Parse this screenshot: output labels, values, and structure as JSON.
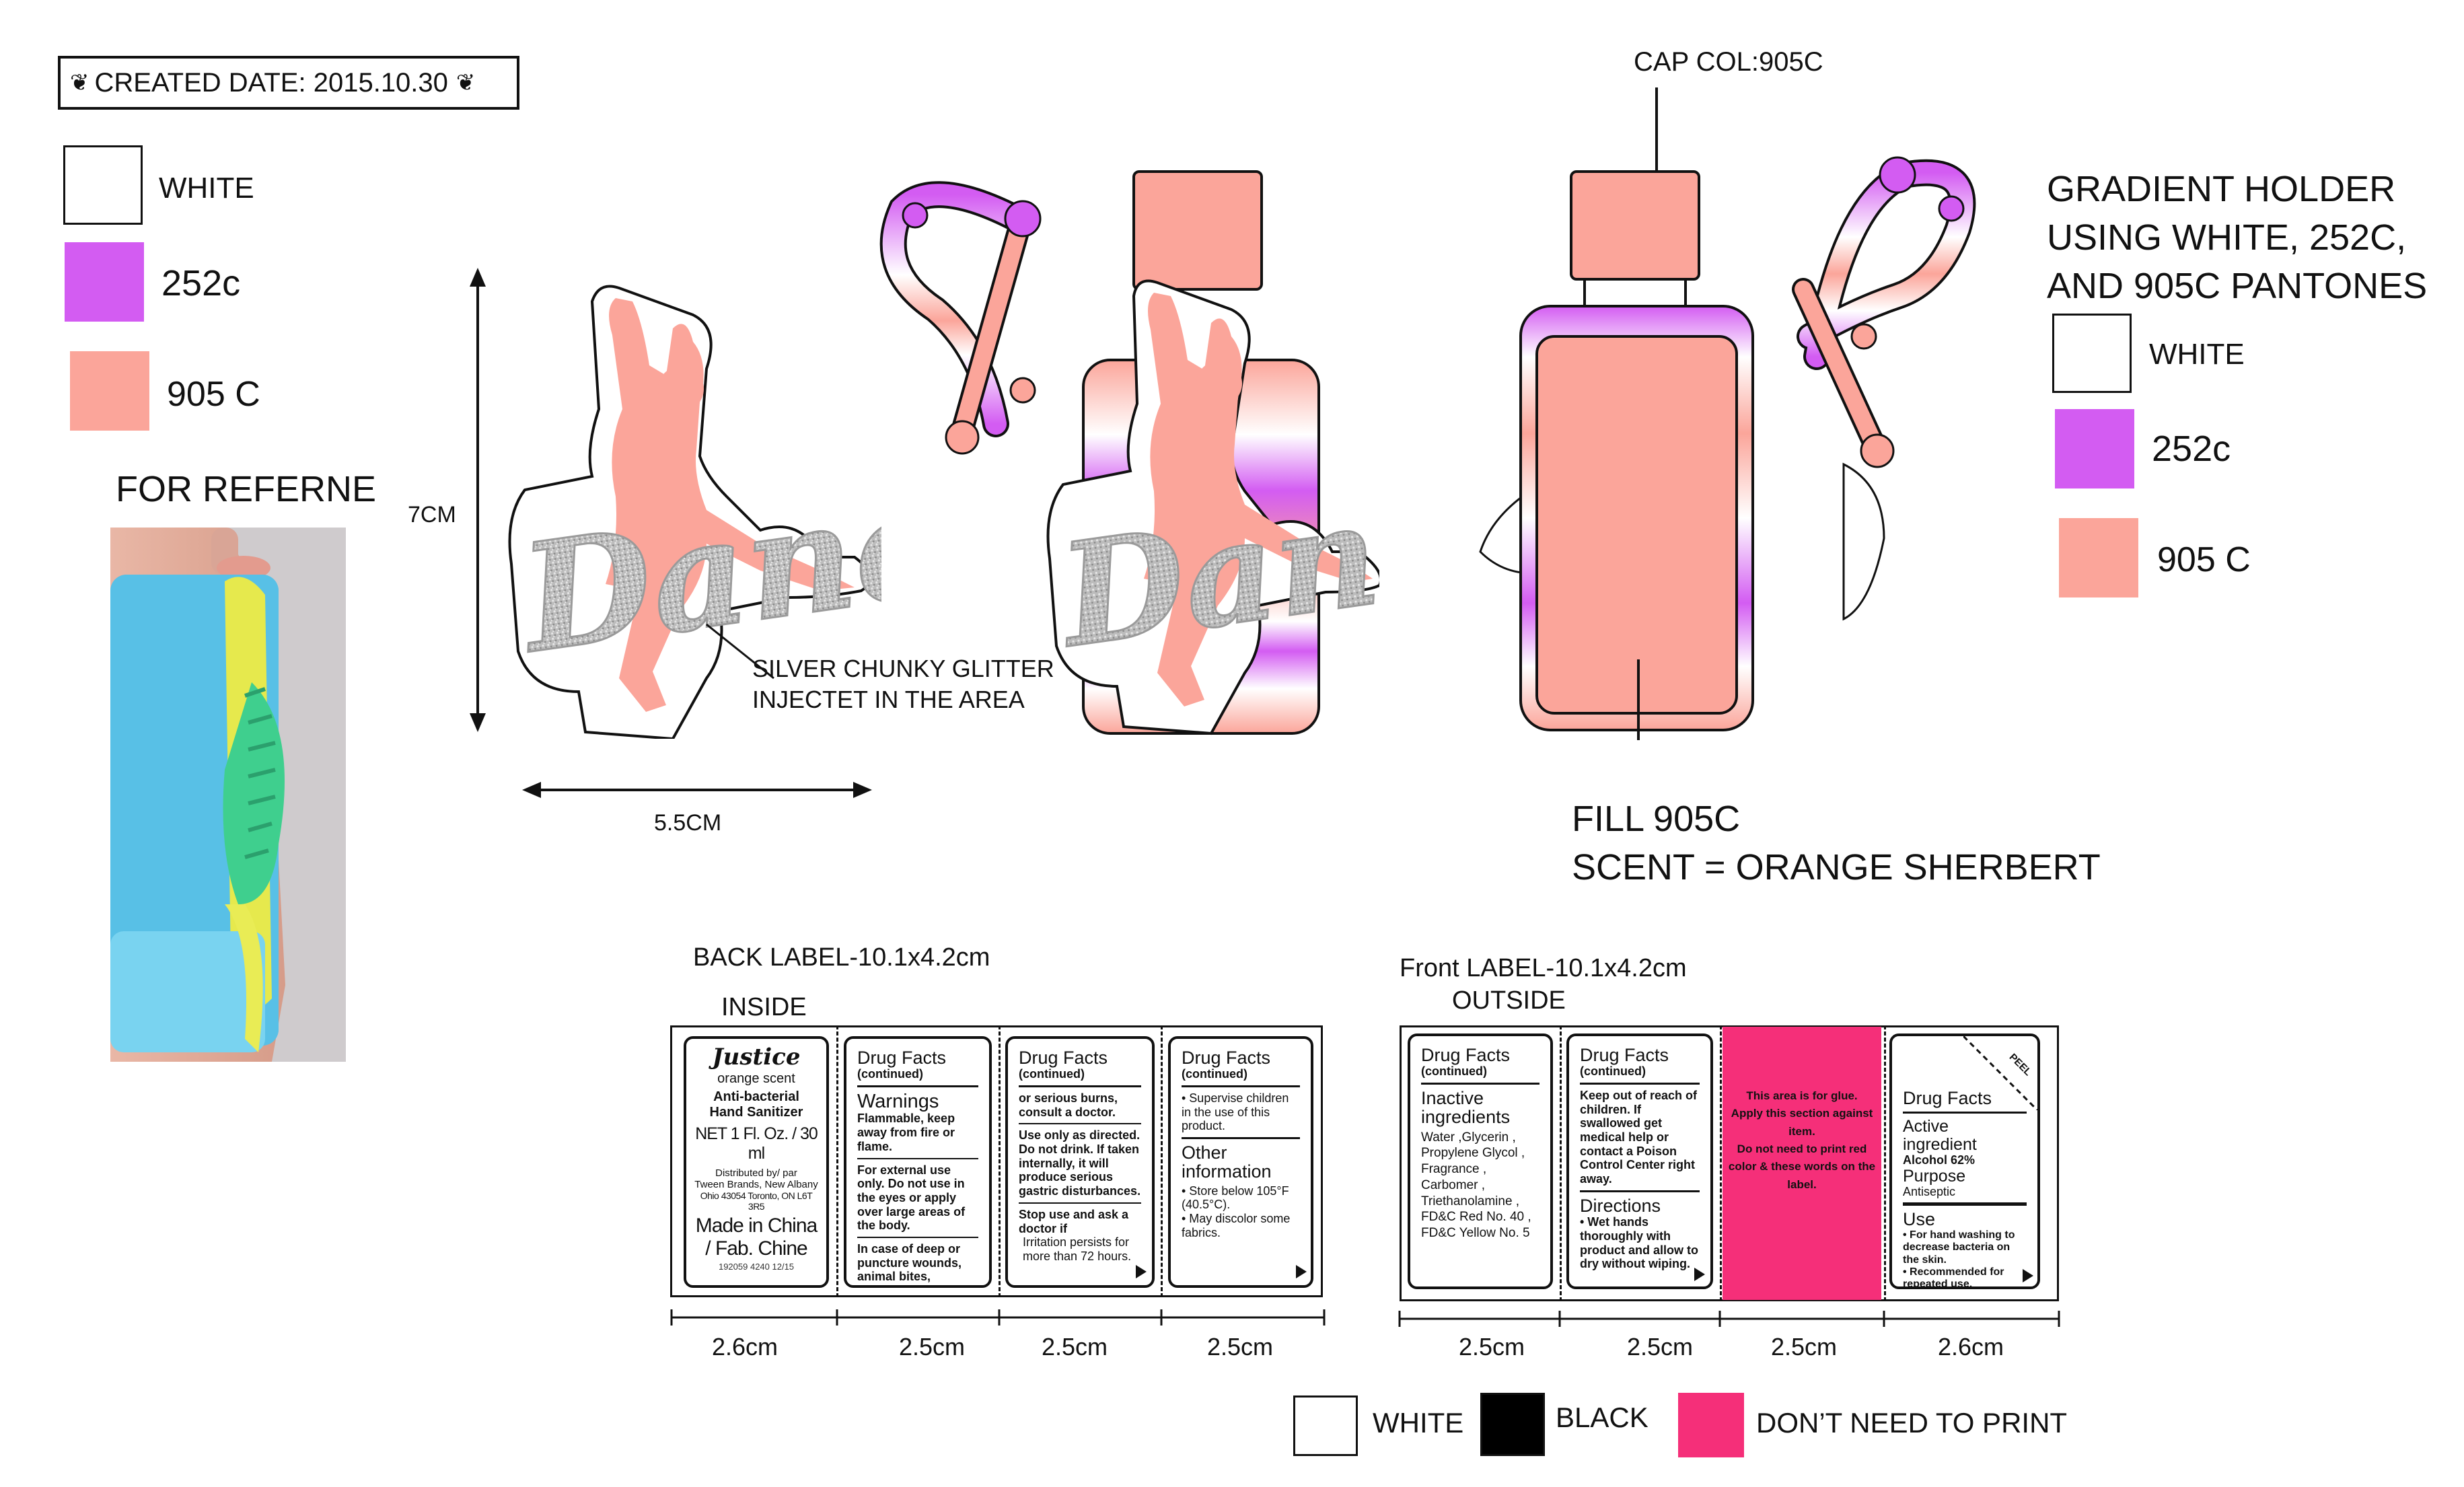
{
  "header": {
    "created_date": "CREATED DATE: 2015.10.30"
  },
  "colors": {
    "purple_252c": "#d35cf2",
    "peach_905c": "#fba59a",
    "pink_dont_print": "#f52f79",
    "black": "#000000",
    "white": "#ffffff",
    "glitter_silver": "#b8b8b8"
  },
  "left_legend": {
    "items": [
      {
        "label": "WHITE",
        "color": "#ffffff"
      },
      {
        "label": "252c",
        "color": "#d35cf2"
      },
      {
        "label": "905 C",
        "color": "#fba59a"
      }
    ]
  },
  "reference": {
    "title": "FOR REFERNE"
  },
  "charm": {
    "height_label": "7CM",
    "width_label": "5.5CM",
    "glitter_note_line1": "SILVER CHUNKY GLITTER",
    "glitter_note_line2": "INJECTET IN THE AREA",
    "word": "Dance"
  },
  "bottle": {
    "cap_label": "CAP COL:905C",
    "fill_label": "FILL 905C",
    "scent_label": "SCENT = ORANGE SHERBERT"
  },
  "right_legend": {
    "title_line1": "GRADIENT HOLDER",
    "title_line2": "USING WHITE, 252C,",
    "title_line3": "AND 905C PANTONES",
    "items": [
      {
        "label": "WHITE",
        "color": "#ffffff"
      },
      {
        "label": "252c",
        "color": "#d35cf2"
      },
      {
        "label": "905 C",
        "color": "#fba59a"
      }
    ]
  },
  "back_label": {
    "title": "BACK LABEL-10.1x4.2cm",
    "subtitle": "INSIDE",
    "panel1": {
      "brand": "Justice",
      "scent": "orange scent",
      "product_line1": "Anti-bacterial",
      "product_line2": "Hand Sanitizer",
      "net": "NET 1 Fl. Oz. / 30 ml",
      "dist1": "Distributed by/ par",
      "dist2": "Tween Brands, New Albany",
      "dist3": "Ohio 43054 Toronto, ON L6T 3R5",
      "made1": "Made in China",
      "made2": "/ Fab. Chine",
      "code": "192059 4240 12/15"
    },
    "panel2": {
      "title": "Drug Facts",
      "continued": "(continued)",
      "head": "Warnings",
      "text1": "Flammable, keep away from fire or flame.",
      "text2": "For external use only. Do not use in the eyes or apply over large areas of the body.",
      "text3": "In case of deep or puncture wounds, animal bites,"
    },
    "panel3": {
      "title": "Drug Facts",
      "continued": "(continued)",
      "text1": "or serious burns, consult a doctor.",
      "text2": "Use only as directed. Do not drink. If taken internally, it will produce serious gastric disturbances.",
      "text3": "Stop use and ask a doctor if",
      "text4": "Irritation persists for more than 72 hours."
    },
    "panel4": {
      "title": "Drug Facts",
      "continued": "(continued)",
      "text1": "• Supervise children in the use of this product.",
      "head": "Other information",
      "text2": "• Store below 105°F (40.5°C).",
      "text3": "• May discolor some fabrics."
    },
    "dims": [
      "2.6cm",
      "2.5cm",
      "2.5cm",
      "2.5cm"
    ]
  },
  "front_label": {
    "title": "Front LABEL-10.1x4.2cm",
    "subtitle": "OUTSIDE",
    "panel1": {
      "title": "Drug Facts",
      "continued": "(continued)",
      "head": "Inactive ingredients",
      "text": "Water ,Glycerin , Propylene Glycol , Fragrance , Carbomer , Triethanolamine , FD&C Red No. 40 , FD&C Yellow No. 5"
    },
    "panel2": {
      "title": "Drug Facts",
      "continued": "(continued)",
      "text1": "Keep out of reach of children. If swallowed get medical help or contact a Poison Control Center right away.",
      "head": "Directions",
      "text2": "• Wet hands thoroughly with product and allow to dry without wiping."
    },
    "panel3": {
      "text1": "This area is for glue.",
      "text2": "Apply this section against item.",
      "text3": "Do not need to print red color & these words on the label."
    },
    "panel4": {
      "peel": "PEEL",
      "title": "Drug Facts",
      "head1": "Active ingredient",
      "text1": "Alcohol 62%",
      "head2": "Purpose",
      "text2": "Antiseptic",
      "head3": "Use",
      "text3": "• For hand washing to decrease bacteria on the skin.",
      "text4": "• Recommended for repeated use."
    },
    "dims": [
      "2.5cm",
      "2.5cm",
      "2.5cm",
      "2.6cm"
    ]
  },
  "bottom_legend": {
    "items": [
      {
        "label": "WHITE",
        "color": "#ffffff"
      },
      {
        "label": "BLACK",
        "color": "#000000"
      },
      {
        "label": "DON’T NEED TO PRINT",
        "color": "#f52f79"
      }
    ]
  }
}
